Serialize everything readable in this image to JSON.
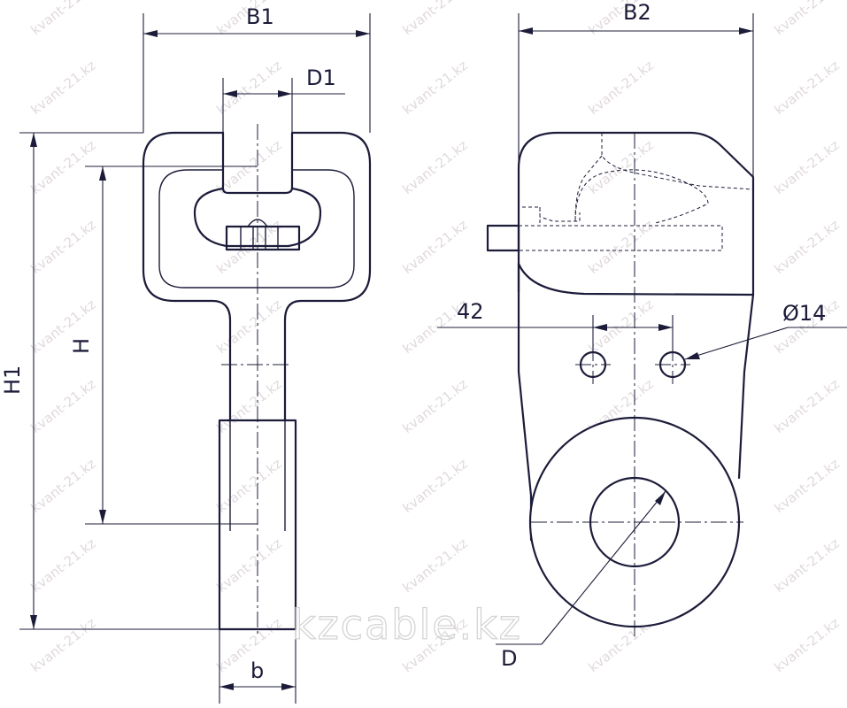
{
  "dimensions": {
    "b1": "B1",
    "d1": "D1",
    "h1": "H1",
    "h": "H",
    "b": "b",
    "b2": "B2",
    "spacing": "42",
    "hole": "Ø14",
    "d": "D"
  },
  "watermark": {
    "small": "kvant-21.kz",
    "large": "kzcable.kz"
  },
  "colors": {
    "line": "#1c1c3a",
    "watermark": "#e0d8dc"
  }
}
